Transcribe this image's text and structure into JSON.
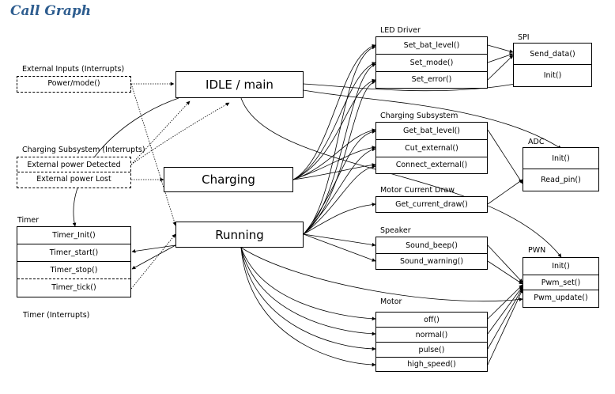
{
  "title": "Call Graph",
  "states": {
    "idle": "IDLE / main",
    "charging": "Charging",
    "running": "Running"
  },
  "groups": {
    "external_inputs": {
      "label": "External Inputs (Interrupts)",
      "items": [
        "Power/mode()"
      ]
    },
    "charging_interrupts": {
      "label": "Charging Subsystem (Interrupts)",
      "items": [
        "External power Detected",
        "External power Lost"
      ]
    },
    "timer": {
      "label": "Timer",
      "items": [
        "Timer_Init()",
        "Timer_start()",
        "Timer_stop()",
        "Timer_tick()"
      ]
    },
    "timer_interrupts": {
      "label": "Timer (Interrupts)"
    },
    "led_driver": {
      "label": "LED Driver",
      "items": [
        "Set_bat_level()",
        "Set_mode()",
        "Set_error()"
      ]
    },
    "charging_subsystem": {
      "label": "Charging Subsystem",
      "items": [
        "Get_bat_level()",
        "Cut_external()",
        "Connect_external()"
      ]
    },
    "motor_current": {
      "label": "Motor Current Draw",
      "items": [
        "Get_current_draw()"
      ]
    },
    "speaker": {
      "label": "Speaker",
      "items": [
        "Sound_beep()",
        "Sound_warning()"
      ]
    },
    "motor": {
      "label": "Motor",
      "items": [
        "off()",
        "normal()",
        "pulse()",
        "high_speed()"
      ]
    },
    "spi": {
      "label": "SPI",
      "items": [
        "Send_data()",
        "Init()"
      ]
    },
    "adc": {
      "label": "ADC",
      "items": [
        "Init()",
        "Read_pin()"
      ]
    },
    "pwn": {
      "label": "PWN",
      "items": [
        "Init()",
        "Pwm_set()",
        "Pwm_update()"
      ]
    }
  }
}
